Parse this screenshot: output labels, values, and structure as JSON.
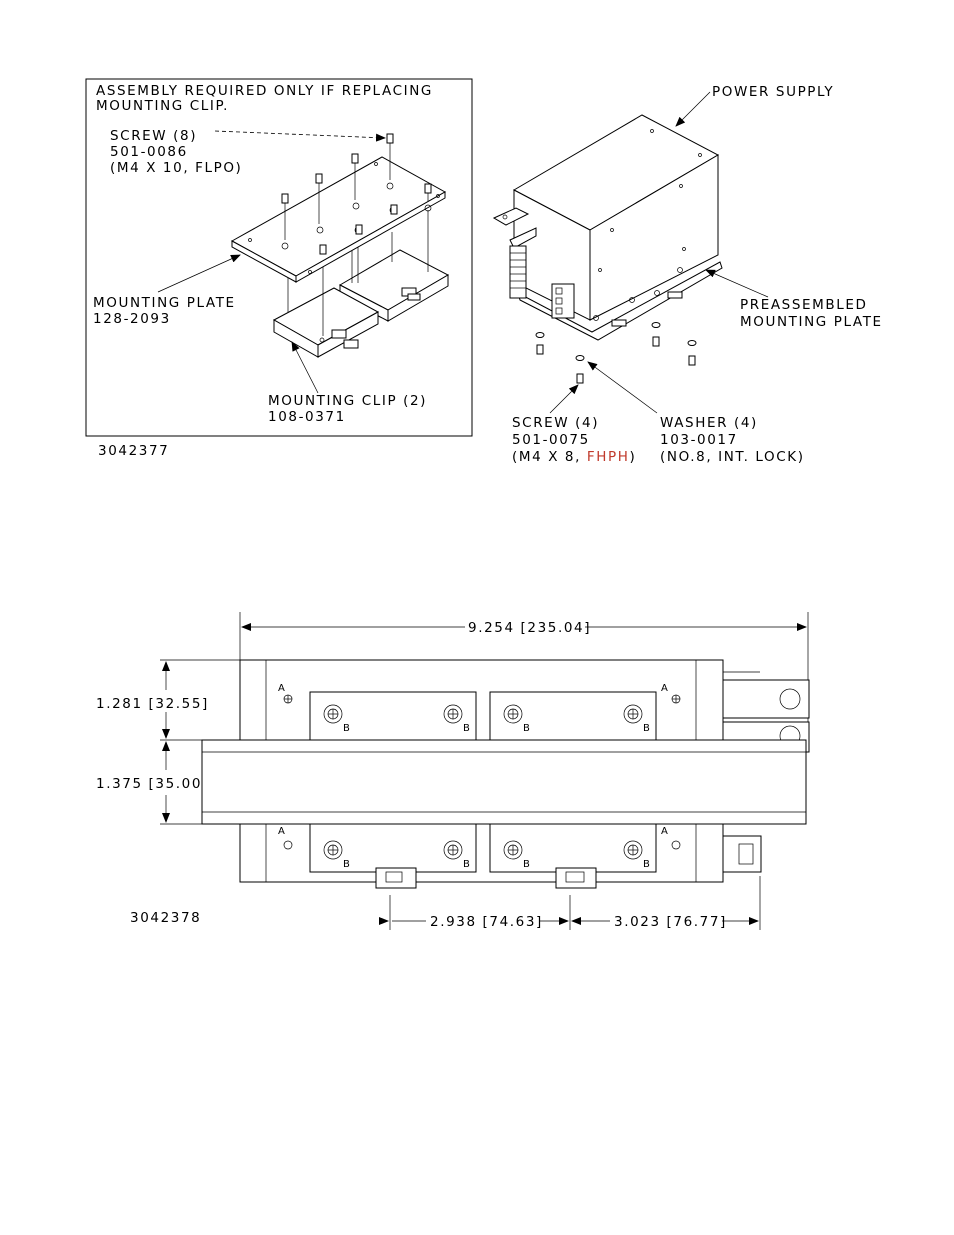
{
  "figure_top_left": {
    "note_line1": "ASSEMBLY REQUIRED ONLY IF REPLACING",
    "note_line2": "MOUNTING CLIP.",
    "screw_label": "SCREW (8)",
    "screw_part": "501-0086",
    "screw_spec": "(M4 X 10, FLPO)",
    "plate_label": "MOUNTING PLATE",
    "plate_part": "128-2093",
    "clip_label": "MOUNTING CLIP (2)",
    "clip_part": "108-0371",
    "figure_id": "3042377"
  },
  "figure_top_right": {
    "power_supply_label": "POWER SUPPLY",
    "preassembled_line1": "PREASSEMBLED",
    "preassembled_line2": "MOUNTING PLATE",
    "screw_label": "SCREW (4)",
    "screw_part": "501-0075",
    "screw_spec_prefix": "(M4 X 8, ",
    "screw_spec_highlight": "FHPH",
    "screw_spec_suffix": ")",
    "washer_label": "WASHER (4)",
    "washer_part": "103-0017",
    "washer_spec": "(NO.8, INT. LOCK)"
  },
  "figure_bottom": {
    "overall_width": "9.254 [235.04]",
    "height_top": "1.281 [32.55]",
    "height_mid": "1.375 [35.00]",
    "dim_clip_left": "2.938 [74.63]",
    "dim_clip_right": "3.023 [76.77]",
    "hole_a": "A",
    "hole_b": "B",
    "figure_id": "3042378"
  }
}
